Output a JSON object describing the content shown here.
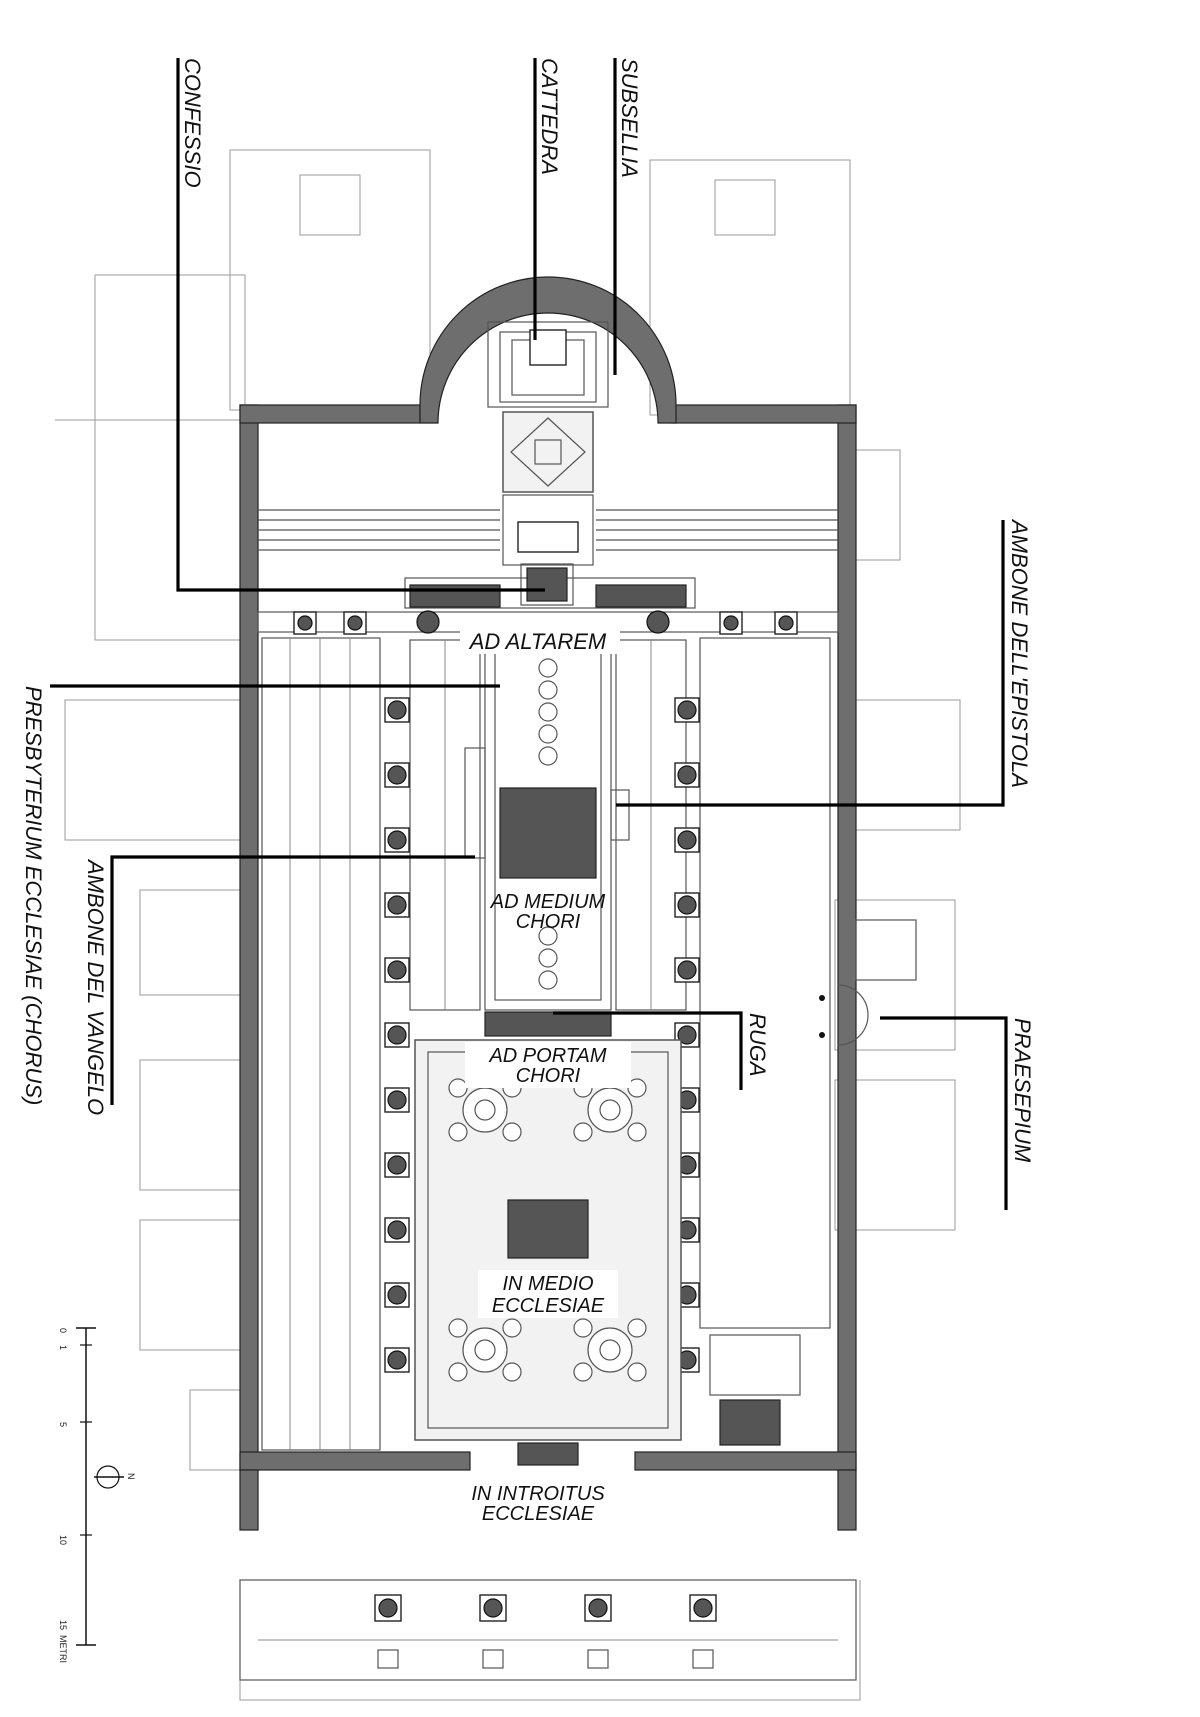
{
  "labels": {
    "confessio": "CONFESSIO",
    "cattedra": "CATTEDRA",
    "subsellia": "SUBSELLIA",
    "ambone_epistola": "AMBONE DELL'EPISTOLA",
    "ad_altarem": "AD ALTAREM",
    "presbyterium": "PRESBYTERIUM ECCLESIAE (CHORUS)",
    "ambone_vangelo": "AMBONE DEL VANGELO",
    "ad_medium_chori_1": "AD MEDIUM",
    "ad_medium_chori_2": "CHORI",
    "ruga": "RUGA",
    "praesepium": "PRAESEPIUM",
    "ad_portam_chori_1": "AD PORTAM",
    "ad_portam_chori_2": "CHORI",
    "in_medio_ecclesiae_1": "IN MEDIO",
    "in_medio_ecclesiae_2": "ECCLESIAE",
    "in_introitus_ecclesiae_1": "IN INTROITUS",
    "in_introitus_ecclesiae_2": "ECCLESIAE"
  },
  "scale": {
    "ticks": [
      "0",
      "1",
      "5",
      "10",
      "15"
    ],
    "unit": "METRI",
    "north": "N"
  }
}
